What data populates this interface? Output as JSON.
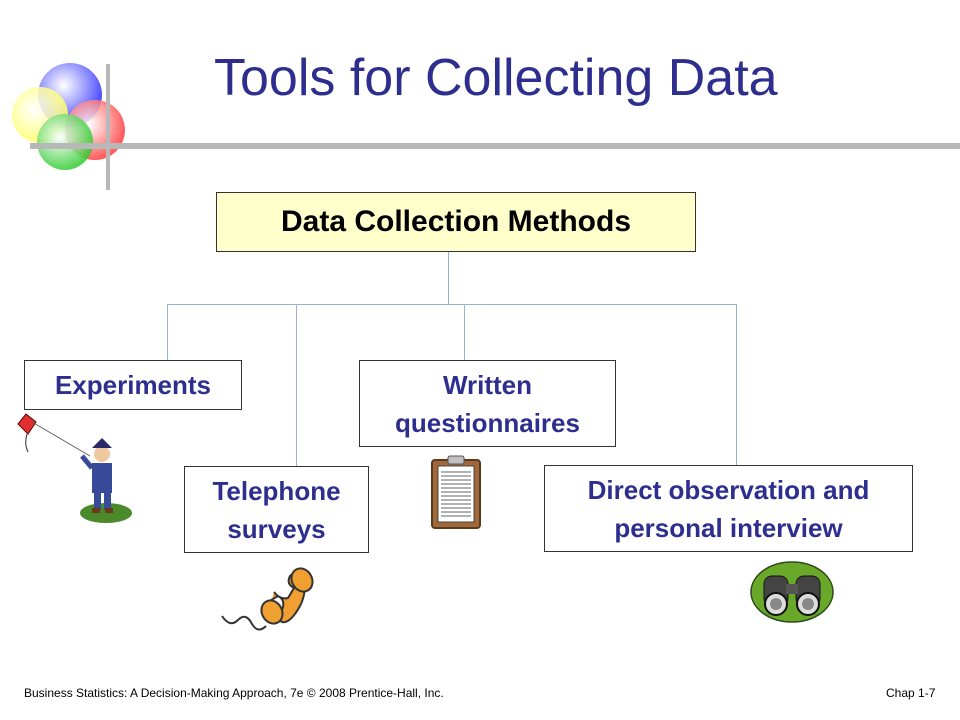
{
  "title": "Tools for Collecting Data",
  "diagram": {
    "root": "Data Collection Methods",
    "methods": {
      "experiments": "Experiments",
      "telephone": [
        "Telephone",
        "surveys"
      ],
      "written": [
        "Written",
        "questionnaires"
      ],
      "direct": [
        "Direct observation and",
        "personal interview"
      ]
    }
  },
  "footer": {
    "source": "Business Statistics: A Decision-Making Approach, 7e © 2008 Prentice-Hall, Inc.",
    "page": "Chap 1-7"
  },
  "colors": {
    "title": "#2e2e8f",
    "root_fill": "#ffffcc",
    "connector": "#99b3d6",
    "rule": "#9c9c9c"
  },
  "icons": [
    "logo-circles-icon",
    "kite-flyer-icon",
    "clipboard-icon",
    "telephone-handset-icon",
    "binoculars-icon"
  ]
}
